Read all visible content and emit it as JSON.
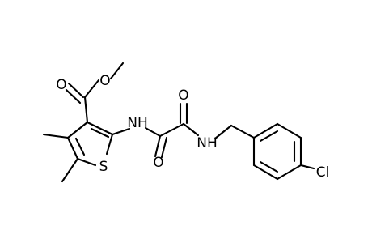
{
  "molecule": {
    "atoms": {
      "ester_o": "O",
      "ester_carbonyl_o": "O",
      "amide_nh_left": "NH",
      "amide_o_top": "O",
      "amide_o_bottom": "O",
      "amide_nh_right": "NH",
      "ring_s": "S",
      "chlorine": "Cl"
    }
  }
}
